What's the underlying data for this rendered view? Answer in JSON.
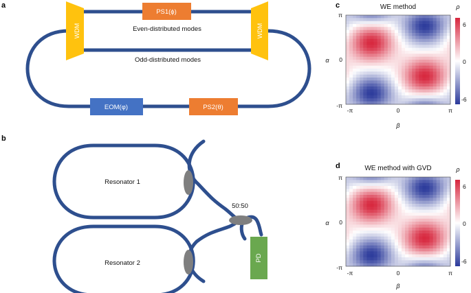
{
  "panels": {
    "a": {
      "label": "a",
      "wdm_left": "WDM",
      "wdm_right": "WDM",
      "ps1": "PS1(ϕ)",
      "ps2": "PS2(θ)",
      "eom": "EOM(φ)",
      "even_modes": "Even-distributed modes",
      "odd_modes": "Odd-distributed modes"
    },
    "b": {
      "label": "b",
      "resonator1": "Resonator 1",
      "resonator2": "Resonator 2",
      "coupler": "50:50",
      "detector": "PD"
    },
    "c": {
      "label": "c",
      "title": "WE method",
      "xlabel": "β",
      "ylabel": "α",
      "colorbar_label": "ρ"
    },
    "d": {
      "label": "d",
      "title": "WE method with GVD",
      "xlabel": "β",
      "ylabel": "α",
      "colorbar_label": "ρ"
    }
  },
  "colors": {
    "waveguide": "#2e4f8e",
    "wdm": "#ffc20e",
    "phase_shifter": "#ed7d31",
    "eom": "#4472c4",
    "coupler": "#7f7f7f",
    "detector": "#6aa84f"
  },
  "chart_data": [
    {
      "type": "heatmap",
      "title": "WE method",
      "xlabel": "β",
      "ylabel": "α",
      "colorbar_label": "ρ",
      "x_ticks": [
        "-π",
        "0",
        "π"
      ],
      "y_ticks": [
        "-π",
        "0",
        "π"
      ],
      "colorbar_ticks": [
        "6",
        "0",
        "-6"
      ],
      "xlim": [
        -3.14159,
        3.14159
      ],
      "ylim": [
        -3.14159,
        3.14159
      ],
      "clim": [
        -7,
        7
      ],
      "grid_size": 30,
      "peaks": [
        {
          "beta": -1.6,
          "alpha": 1.2,
          "value": 7
        },
        {
          "beta": 1.6,
          "alpha": -1.2,
          "value": 7
        },
        {
          "beta": 1.6,
          "alpha": 2.4,
          "value": -7
        },
        {
          "beta": -1.6,
          "alpha": -2.4,
          "value": -7
        }
      ]
    },
    {
      "type": "heatmap",
      "title": "WE method with GVD",
      "xlabel": "β",
      "ylabel": "α",
      "colorbar_label": "ρ",
      "x_ticks": [
        "-π",
        "0",
        "π"
      ],
      "y_ticks": [
        "-π",
        "0",
        "π"
      ],
      "colorbar_ticks": [
        "6",
        "0",
        "-6"
      ],
      "xlim": [
        -3.14159,
        3.14159
      ],
      "ylim": [
        -3.14159,
        3.14159
      ],
      "clim": [
        -7,
        7
      ],
      "grid_size": 30,
      "peaks": [
        {
          "beta": -1.6,
          "alpha": 1.2,
          "value": 7
        },
        {
          "beta": 1.6,
          "alpha": -1.2,
          "value": 7
        },
        {
          "beta": 1.6,
          "alpha": 2.4,
          "value": -7
        },
        {
          "beta": -1.6,
          "alpha": -2.4,
          "value": -7
        }
      ]
    }
  ]
}
